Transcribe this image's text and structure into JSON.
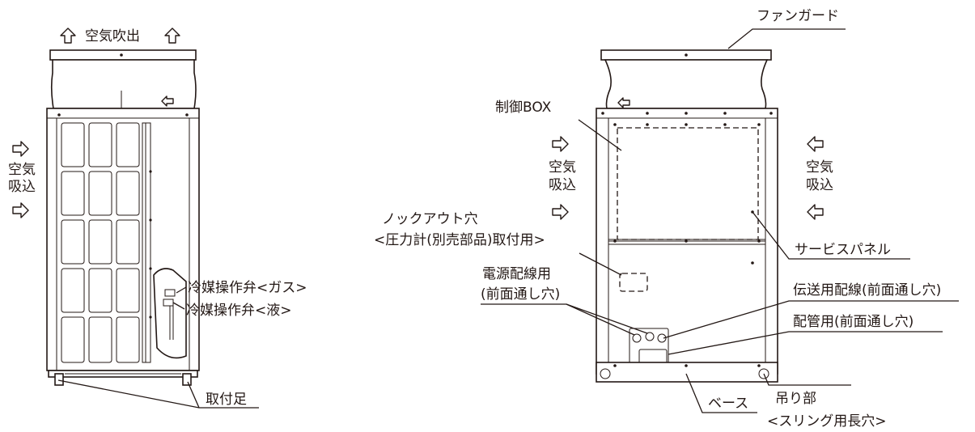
{
  "left_view": {
    "air_outlet": "空気吹出",
    "air_intake_line1": "空気",
    "air_intake_line2": "吸込",
    "valve_gas": "冷媒操作弁<ガス>",
    "valve_liquid": "冷媒操作弁<液>",
    "feet": "取付足"
  },
  "right_view": {
    "fan_guard": "ファンガード",
    "control_box": "制御BOX",
    "air_intake_left_line1": "空気",
    "air_intake_left_line2": "吸込",
    "air_intake_right_line1": "空気",
    "air_intake_right_line2": "吸込",
    "knockout_line1": "ノックアウト穴",
    "knockout_line2": "<圧力計(別売部品)取付用>",
    "power_wiring_line1": "電源配線用",
    "power_wiring_line2": "(前面通し穴)",
    "service_panel": "サービスパネル",
    "transmission_wiring": "伝送用配線(前面通し穴)",
    "piping": "配管用(前面通し穴)",
    "base": "ベース",
    "hanging_line1": "吊り部",
    "hanging_line2": "<スリング用長穴>"
  },
  "icons": [
    "arrow-up-icon",
    "arrow-right-icon",
    "arrow-left-icon"
  ]
}
